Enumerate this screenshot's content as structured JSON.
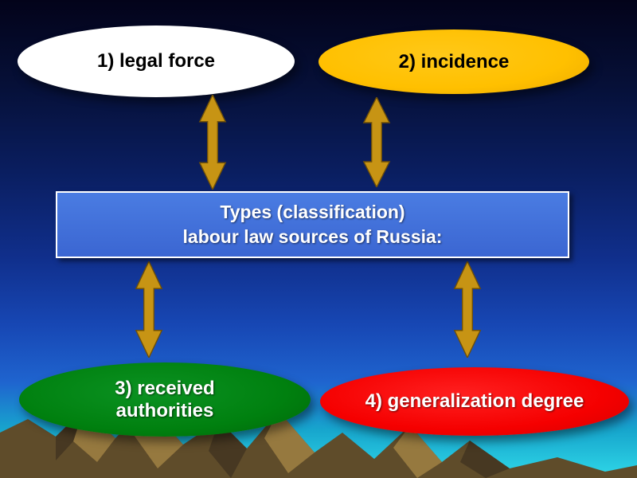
{
  "title_box": {
    "line1": "Types (classification)",
    "line2": "labour law sources of Russia:"
  },
  "nodes": [
    {
      "id": "legal-force",
      "label": "1) legal force",
      "fill": "#ffffff",
      "text_color": "#000000"
    },
    {
      "id": "incidence",
      "label": "2) incidence",
      "fill": "#ffc000",
      "text_color": "#000000"
    },
    {
      "id": "received-authorities",
      "label": "3) received authorities",
      "fill": "#00800f",
      "text_color": "#ffffff"
    },
    {
      "id": "generalization-degree",
      "label": "4) generalization degree",
      "fill": "#f50000",
      "text_color": "#ffffff"
    }
  ],
  "colors": {
    "background_top": "#03031a",
    "background_mid": "#1747b4",
    "background_bottom": "#2fd8e8",
    "title_box_fill": "#3b66d2",
    "title_box_border": "#ffffff",
    "arrow_fill": "#c79414",
    "arrow_outline": "#6e4f08",
    "mountain_dark": "#5f4c2a",
    "mountain_light": "#96793f"
  }
}
